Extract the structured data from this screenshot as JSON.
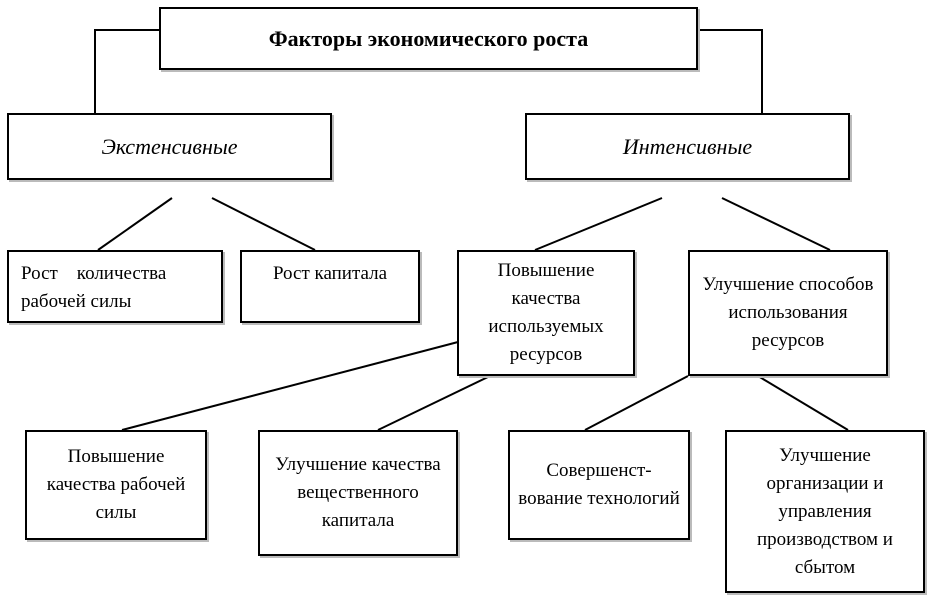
{
  "title": "Факторы экономического роста",
  "categories": {
    "extensive": "Экстенсивные",
    "intensive": "Интенсивные"
  },
  "extensive_items": {
    "labor": "Рост    количества рабочей силы",
    "capital": "Рост капитала"
  },
  "intensive_items": {
    "quality": "Повышение качества используемых ресурсов",
    "methods": "Улучшение способов использования ресурсов"
  },
  "leaves": {
    "labor_quality": "Повышение качества рабочей силы",
    "capital_quality": "Улучшение качества вещественного капитала",
    "technology": "Совершенст-вование технологий",
    "organization": "Улучшение организации и управления производством и сбытом"
  }
}
